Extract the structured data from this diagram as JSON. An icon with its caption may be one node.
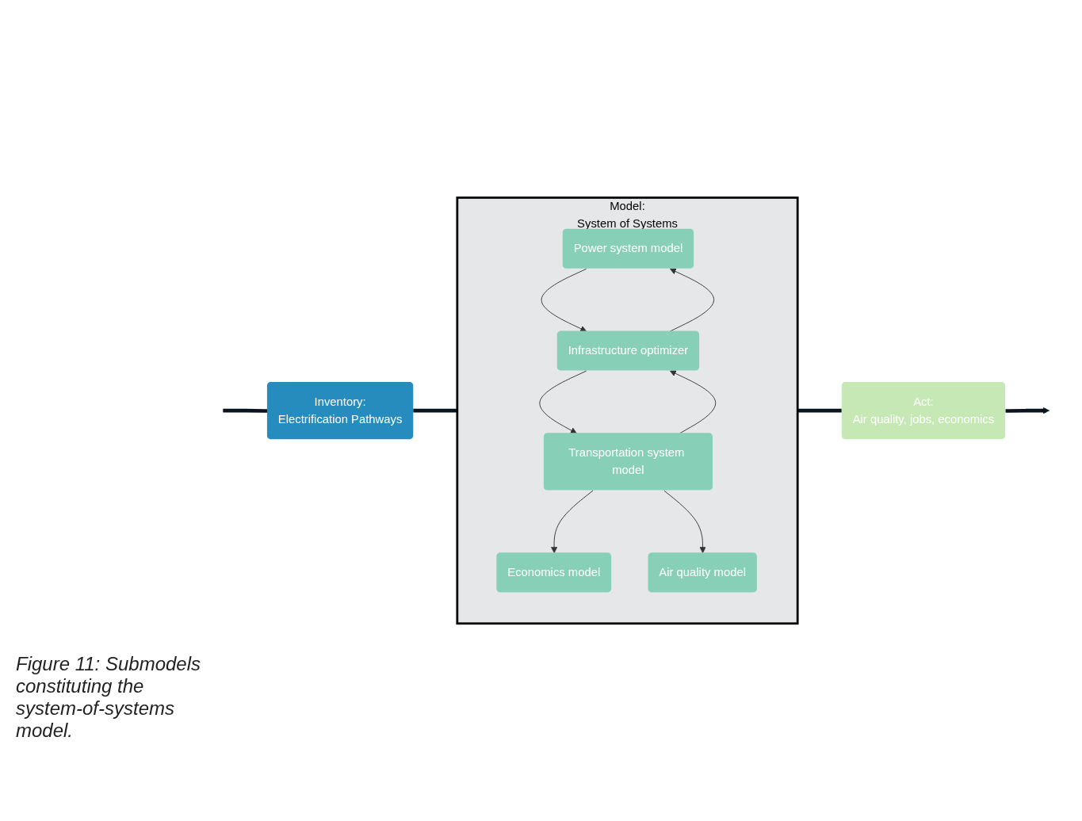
{
  "diagram": {
    "caption": "Figure 11: Submodels constituting the system-of-systems model.",
    "nodes": [
      {
        "text": [
          "Model:",
          "System of Systems"
        ]
      },
      {
        "text": [
          "Power system model"
        ],
        "in": 0
      },
      {
        "text": [
          "Infrastructure optimizer"
        ],
        "in": 0
      },
      {
        "text": [
          "Transportation system model"
        ],
        "in": 0
      },
      {
        "text": [
          "Economics model"
        ],
        "in": 0
      },
      {
        "text": [
          "Air quality model"
        ],
        "in": 0
      },
      {
        "text": [
          "Inventory:",
          "Electrification Pathways"
        ]
      },
      {
        "text": [
          "Act:",
          "Air quality, jobs, economics"
        ]
      }
    ],
    "edges": [
      {
        "from": null,
        "to": 6,
        "arrow": "none",
        "style": "thick"
      },
      {
        "from": 6,
        "to": 0,
        "arrow": "none",
        "style": "thick"
      },
      {
        "from": 2,
        "to": 1,
        "arrow": "to"
      },
      {
        "from": 1,
        "to": 2,
        "arrow": "to"
      },
      {
        "from": 3,
        "to": 2,
        "arrow": "to"
      },
      {
        "from": 2,
        "to": 3,
        "arrow": "to"
      },
      {
        "from": 3,
        "to": 4,
        "arrow": "to"
      },
      {
        "from": 3,
        "to": 5,
        "arrow": "to"
      },
      {
        "from": 0,
        "to": 7,
        "arrow": "none",
        "style": "thick"
      },
      {
        "from": 7,
        "to": null,
        "arrow": "to",
        "style": "thick"
      }
    ]
  }
}
